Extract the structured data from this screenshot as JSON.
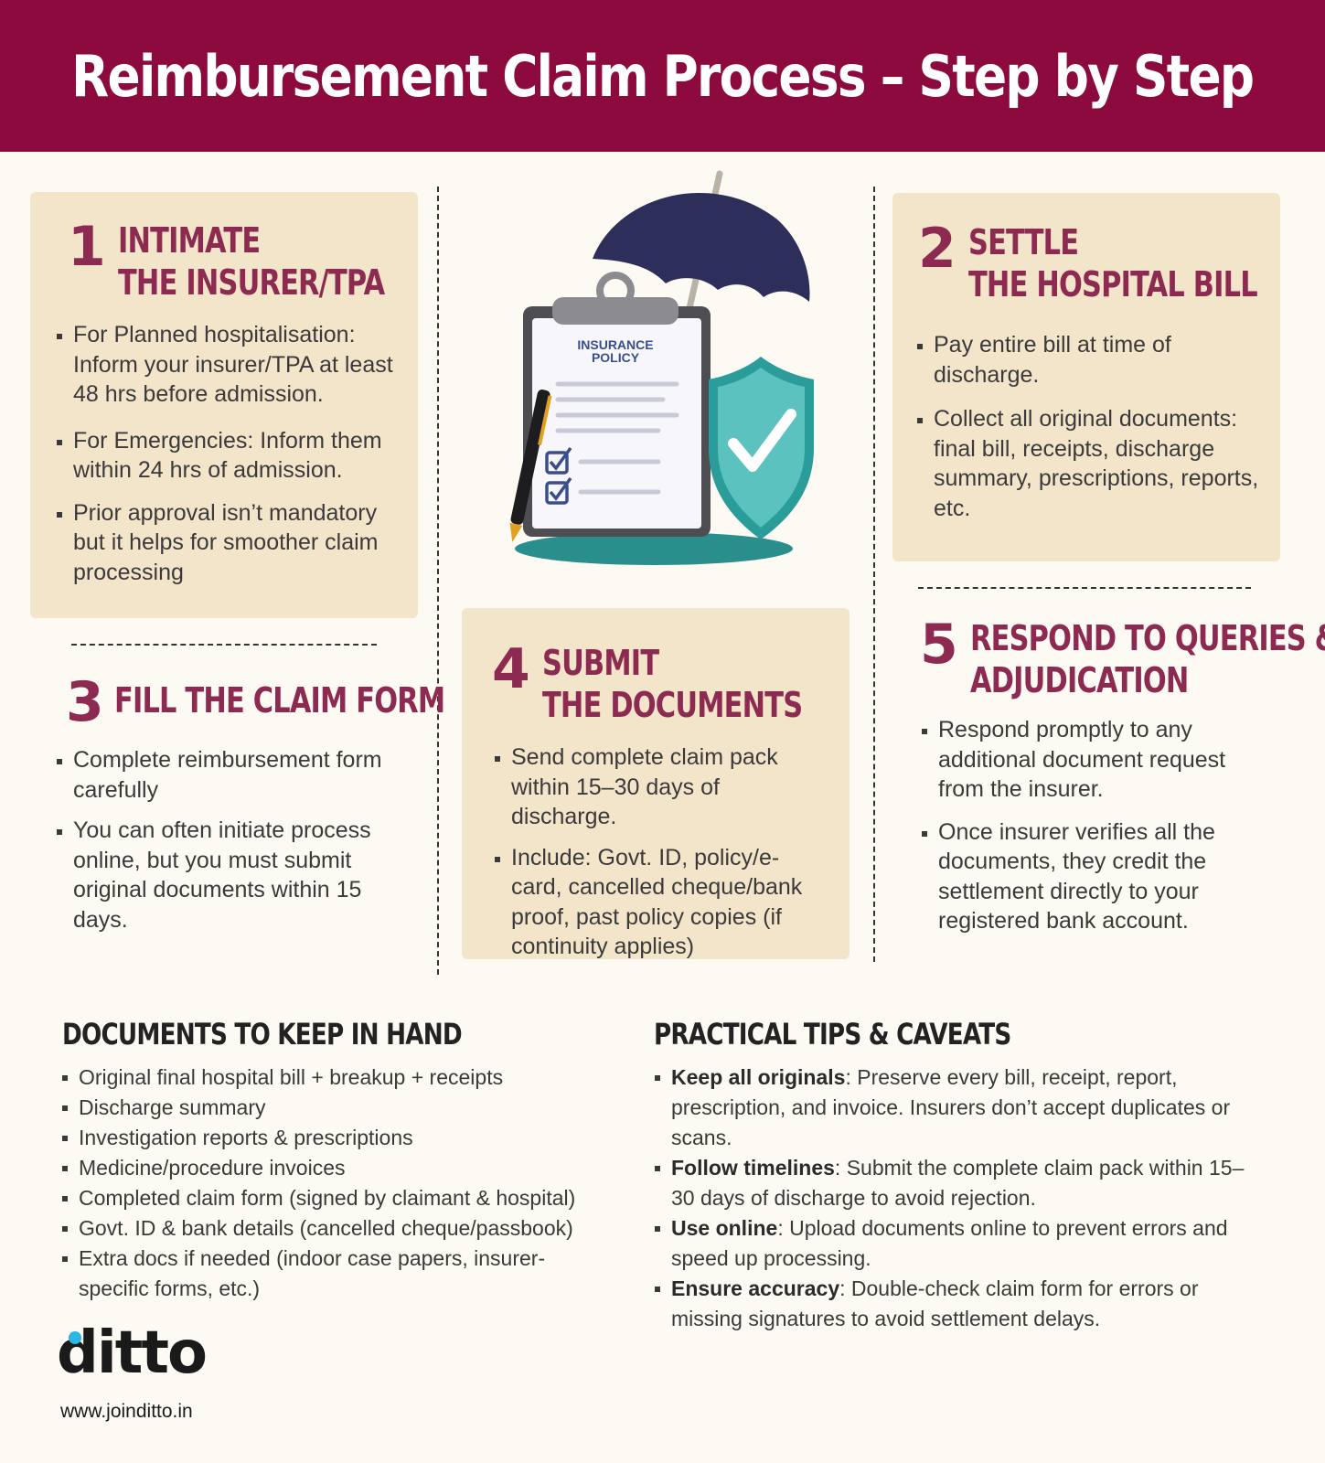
{
  "header": {
    "title": "Reimbursement Claim Process – Step by Step"
  },
  "illustration": {
    "policy_label_1": "INSURANCE",
    "policy_label_2": "POLICY"
  },
  "steps": [
    {
      "number": "1",
      "title_1": "INTIMATE",
      "title_2": "THE INSURER/TPA",
      "bullets": [
        "For Planned hospitalisation: Inform your insurer/TPA at least 48 hrs before admission.",
        "For Emergencies: Inform them within 24 hrs of admission.",
        "Prior approval isn’t mandatory but it helps for smoother claim processing"
      ]
    },
    {
      "number": "2",
      "title_1": "SETTLE",
      "title_2": "THE HOSPITAL BILL",
      "bullets": [
        "Pay entire bill at time of discharge.",
        "Collect all original documents: final bill, receipts, discharge summary, prescriptions, reports, etc."
      ]
    },
    {
      "number": "3",
      "title_1": "FILL THE CLAIM FORM",
      "bullets": [
        "Complete reimbursement form carefully",
        "You can often initiate process online, but you must submit original documents within 15 days."
      ]
    },
    {
      "number": "4",
      "title_1": "SUBMIT",
      "title_2": "THE DOCUMENTS",
      "bullets": [
        "Send complete claim pack within 15–30 days of discharge.",
        "Include: Govt. ID, policy/e-card, cancelled cheque/bank proof, past policy copies (if continuity applies)"
      ]
    },
    {
      "number": "5",
      "title_1": "RESPOND TO QUERIES &",
      "title_2": "ADJUDICATION",
      "bullets": [
        "Respond promptly to any additional document request from the insurer.",
        "Once insurer verifies all the documents, they credit the settlement directly to your registered bank account."
      ]
    }
  ],
  "documents": {
    "title": "DOCUMENTS TO KEEP IN HAND",
    "items": [
      "Original final hospital bill + breakup + receipts",
      "Discharge summary",
      "Investigation reports & prescriptions",
      "Medicine/procedure invoices",
      "Completed claim form (signed by claimant & hospital)",
      "Govt. ID & bank details (cancelled cheque/passbook)",
      "Extra docs if needed (indoor case papers, insurer-specific forms, etc.)"
    ]
  },
  "tips": {
    "title": "PRACTICAL TIPS & CAVEATS",
    "items": [
      {
        "key": "Keep all originals",
        "text": ":  Preserve every bill, receipt, report, prescription, and invoice. Insurers don’t accept duplicates or scans."
      },
      {
        "key": "Follow timelines",
        "text": ":  Submit the complete claim pack within 15–30 days of discharge to avoid rejection."
      },
      {
        "key": "Use online",
        "text": ": Upload documents online to prevent errors and speed up processing."
      },
      {
        "key": "Ensure accuracy",
        "text": ": Double-check claim form for errors or missing signatures to avoid settlement delays."
      }
    ]
  },
  "brand": {
    "logo": "ditto",
    "url": "www.joinditto.in"
  },
  "colors": {
    "maroon": "#8c0a3e",
    "card": "#f3e5ca",
    "background": "#fdfaf3",
    "teal": "#2a9d9a",
    "umbrella": "#2e2e5a"
  }
}
